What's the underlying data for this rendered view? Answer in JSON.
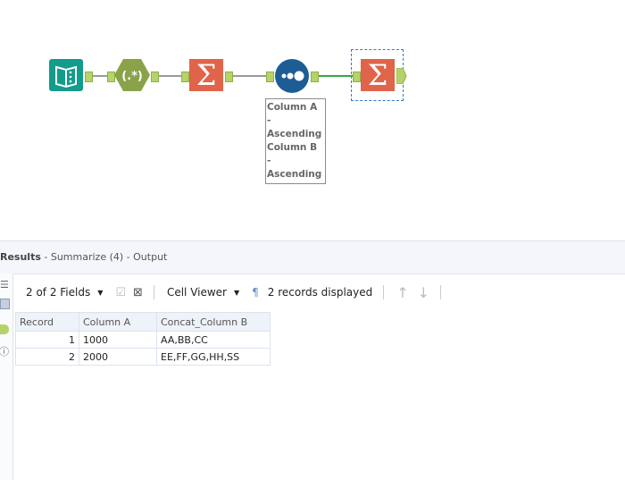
{
  "workflow": {
    "tools": [
      {
        "name": "input",
        "icon": "book-icon",
        "color": "#139b8b"
      },
      {
        "name": "regex",
        "icon": "regex-hexagon-icon",
        "label": "(.*)",
        "color": "#8aa34a"
      },
      {
        "name": "summarize-1",
        "icon": "sigma-icon",
        "label": "Σ",
        "color": "#e0644a"
      },
      {
        "name": "sort",
        "icon": "sort-dots-icon",
        "color": "#1c5d96"
      },
      {
        "name": "summarize-4",
        "icon": "sigma-icon",
        "label": "Σ",
        "color": "#e0644a"
      }
    ],
    "sort_annotation": [
      "Column A -",
      "Ascending",
      "Column B -",
      "Ascending"
    ]
  },
  "results": {
    "title": "Results",
    "subtitle": " - Summarize (4) - Output",
    "toolbar": {
      "fields": "2 of 2 Fields",
      "viewer": "Cell Viewer",
      "pilcrow": "¶",
      "records": "2 records displayed"
    },
    "table": {
      "headers": [
        "Record",
        "Column A",
        "Concat_Column B"
      ],
      "rows": [
        [
          "1",
          "1000",
          "AA,BB,CC"
        ],
        [
          "2",
          "2000",
          "EE,FF,GG,HH,SS"
        ]
      ]
    }
  }
}
